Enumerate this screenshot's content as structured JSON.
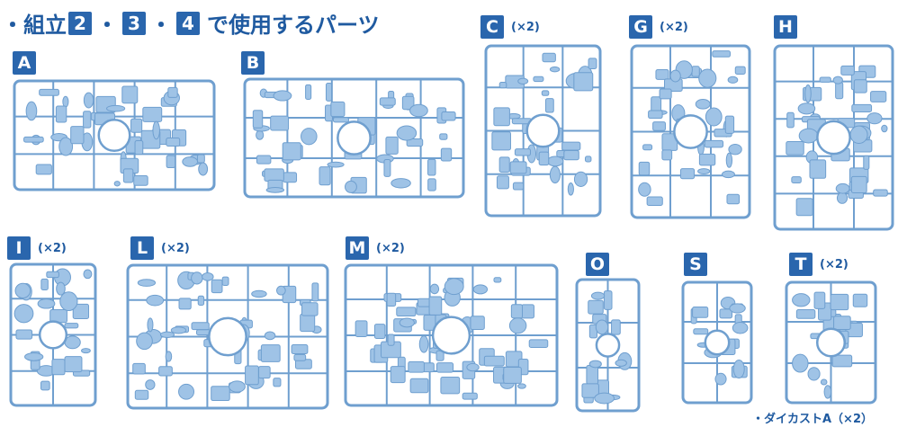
{
  "title": {
    "prefix": "・組立",
    "num1": "2",
    "sep1": "・",
    "num2": "3",
    "sep2": "・",
    "num3": "4",
    "suffix": "で使用するパーツ"
  },
  "runners": [
    {
      "id": "A",
      "multiplier": ""
    },
    {
      "id": "B",
      "multiplier": ""
    },
    {
      "id": "C",
      "multiplier": "(×2)"
    },
    {
      "id": "G",
      "multiplier": "(×2)"
    },
    {
      "id": "H",
      "multiplier": ""
    },
    {
      "id": "I",
      "multiplier": "(×2)"
    },
    {
      "id": "L",
      "multiplier": "(×2)"
    },
    {
      "id": "M",
      "multiplier": "(×2)"
    },
    {
      "id": "O",
      "multiplier": ""
    },
    {
      "id": "S",
      "multiplier": ""
    },
    {
      "id": "T",
      "multiplier": "(×2)"
    }
  ],
  "footnote": "・ダイカストA（×2）",
  "colors": {
    "accent": "#2a66ad",
    "text": "#1f5aa0",
    "part_fill": "#9fc3e6",
    "part_stroke": "#6f9fcf"
  }
}
